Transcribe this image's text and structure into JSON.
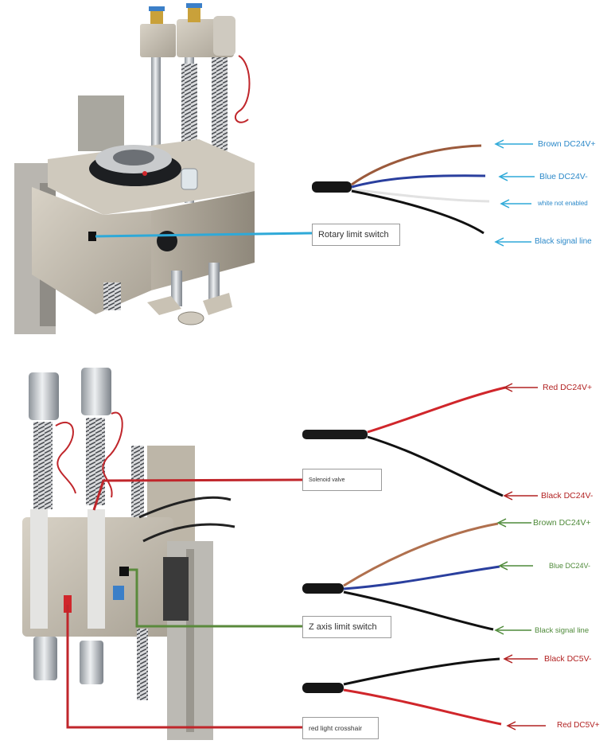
{
  "top_section": {
    "callout": "Rotary limit switch",
    "wires": [
      {
        "label": "Brown DC24V+",
        "color": "#2c89c9"
      },
      {
        "label": "Blue DC24V-",
        "color": "#2c89c9"
      },
      {
        "label": "white not enabled",
        "color": "#2c89c9"
      },
      {
        "label": "Black signal line",
        "color": "#2c89c9"
      }
    ]
  },
  "bottom_section": {
    "callouts": {
      "solenoid": "Solenoid valve",
      "z_axis": "Z axis limit switch",
      "red_light": "red light crosshair"
    },
    "solenoid_wires": [
      {
        "label": "Red DC24V+",
        "color": "#b22222"
      },
      {
        "label": "Black DC24V-",
        "color": "#b22222"
      }
    ],
    "z_axis_wires": [
      {
        "label": "Brown DC24V+",
        "color": "#4f8a3a"
      },
      {
        "label": "Blue DC24V-",
        "color": "#4f8a3a"
      },
      {
        "label": "Black signal line",
        "color": "#4f8a3a"
      }
    ],
    "red_light_wires": [
      {
        "label": "Black DC5V-",
        "color": "#b22222"
      },
      {
        "label": "Red DC5V+",
        "color": "#b22222"
      }
    ]
  },
  "colors": {
    "callout_blue": "#2ea9d8",
    "callout_red": "#c0262b",
    "callout_green": "#5a8a3c",
    "wire_brown": "#9b5a3c",
    "wire_blue": "#2a3f9e",
    "wire_white": "#e6e6e6",
    "wire_black": "#111111",
    "wire_red": "#d0262b",
    "metal": "#c9c2b4"
  }
}
